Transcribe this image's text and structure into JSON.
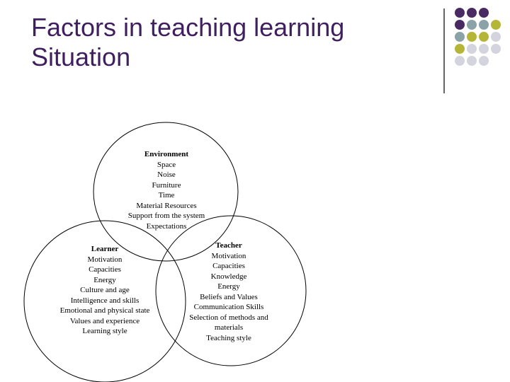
{
  "slide": {
    "title_lines": [
      "Factors in teaching learning",
      "Situation"
    ]
  },
  "decor": {
    "colors": {
      "purple": "#4a2a63",
      "gray_blue": "#8aa3a8",
      "olive": "#b5b637",
      "light_gray": "#d4d4de",
      "divider": "#666666"
    },
    "dot_grid": [
      [
        "purple",
        "purple",
        "purple",
        ""
      ],
      [
        "purple",
        "gray_blue",
        "gray_blue",
        "olive"
      ],
      [
        "gray_blue",
        "olive",
        "olive",
        "light_gray"
      ],
      [
        "olive",
        "light_gray",
        "light_gray",
        "light_gray"
      ],
      [
        "light_gray",
        "light_gray",
        "light_gray",
        ""
      ]
    ]
  },
  "diagram": {
    "environment": {
      "heading": "Environment",
      "items": [
        "Space",
        "Noise",
        "Furniture",
        "Time",
        "Material Resources",
        "Support from the system",
        "Expectations"
      ]
    },
    "learner": {
      "heading": "Learner",
      "items": [
        "Motivation",
        "Capacities",
        "Energy",
        "Culture and age",
        "Intelligence and skills",
        "Emotional and physical state",
        "Values and experience",
        "Learning style"
      ]
    },
    "teacher": {
      "heading": "Teacher",
      "items": [
        "Motivation",
        "Capacities",
        "Knowledge",
        "Energy",
        "Beliefs and Values",
        "Communication Skills",
        "Selection of methods and",
        "materials",
        "Teaching style"
      ]
    }
  }
}
